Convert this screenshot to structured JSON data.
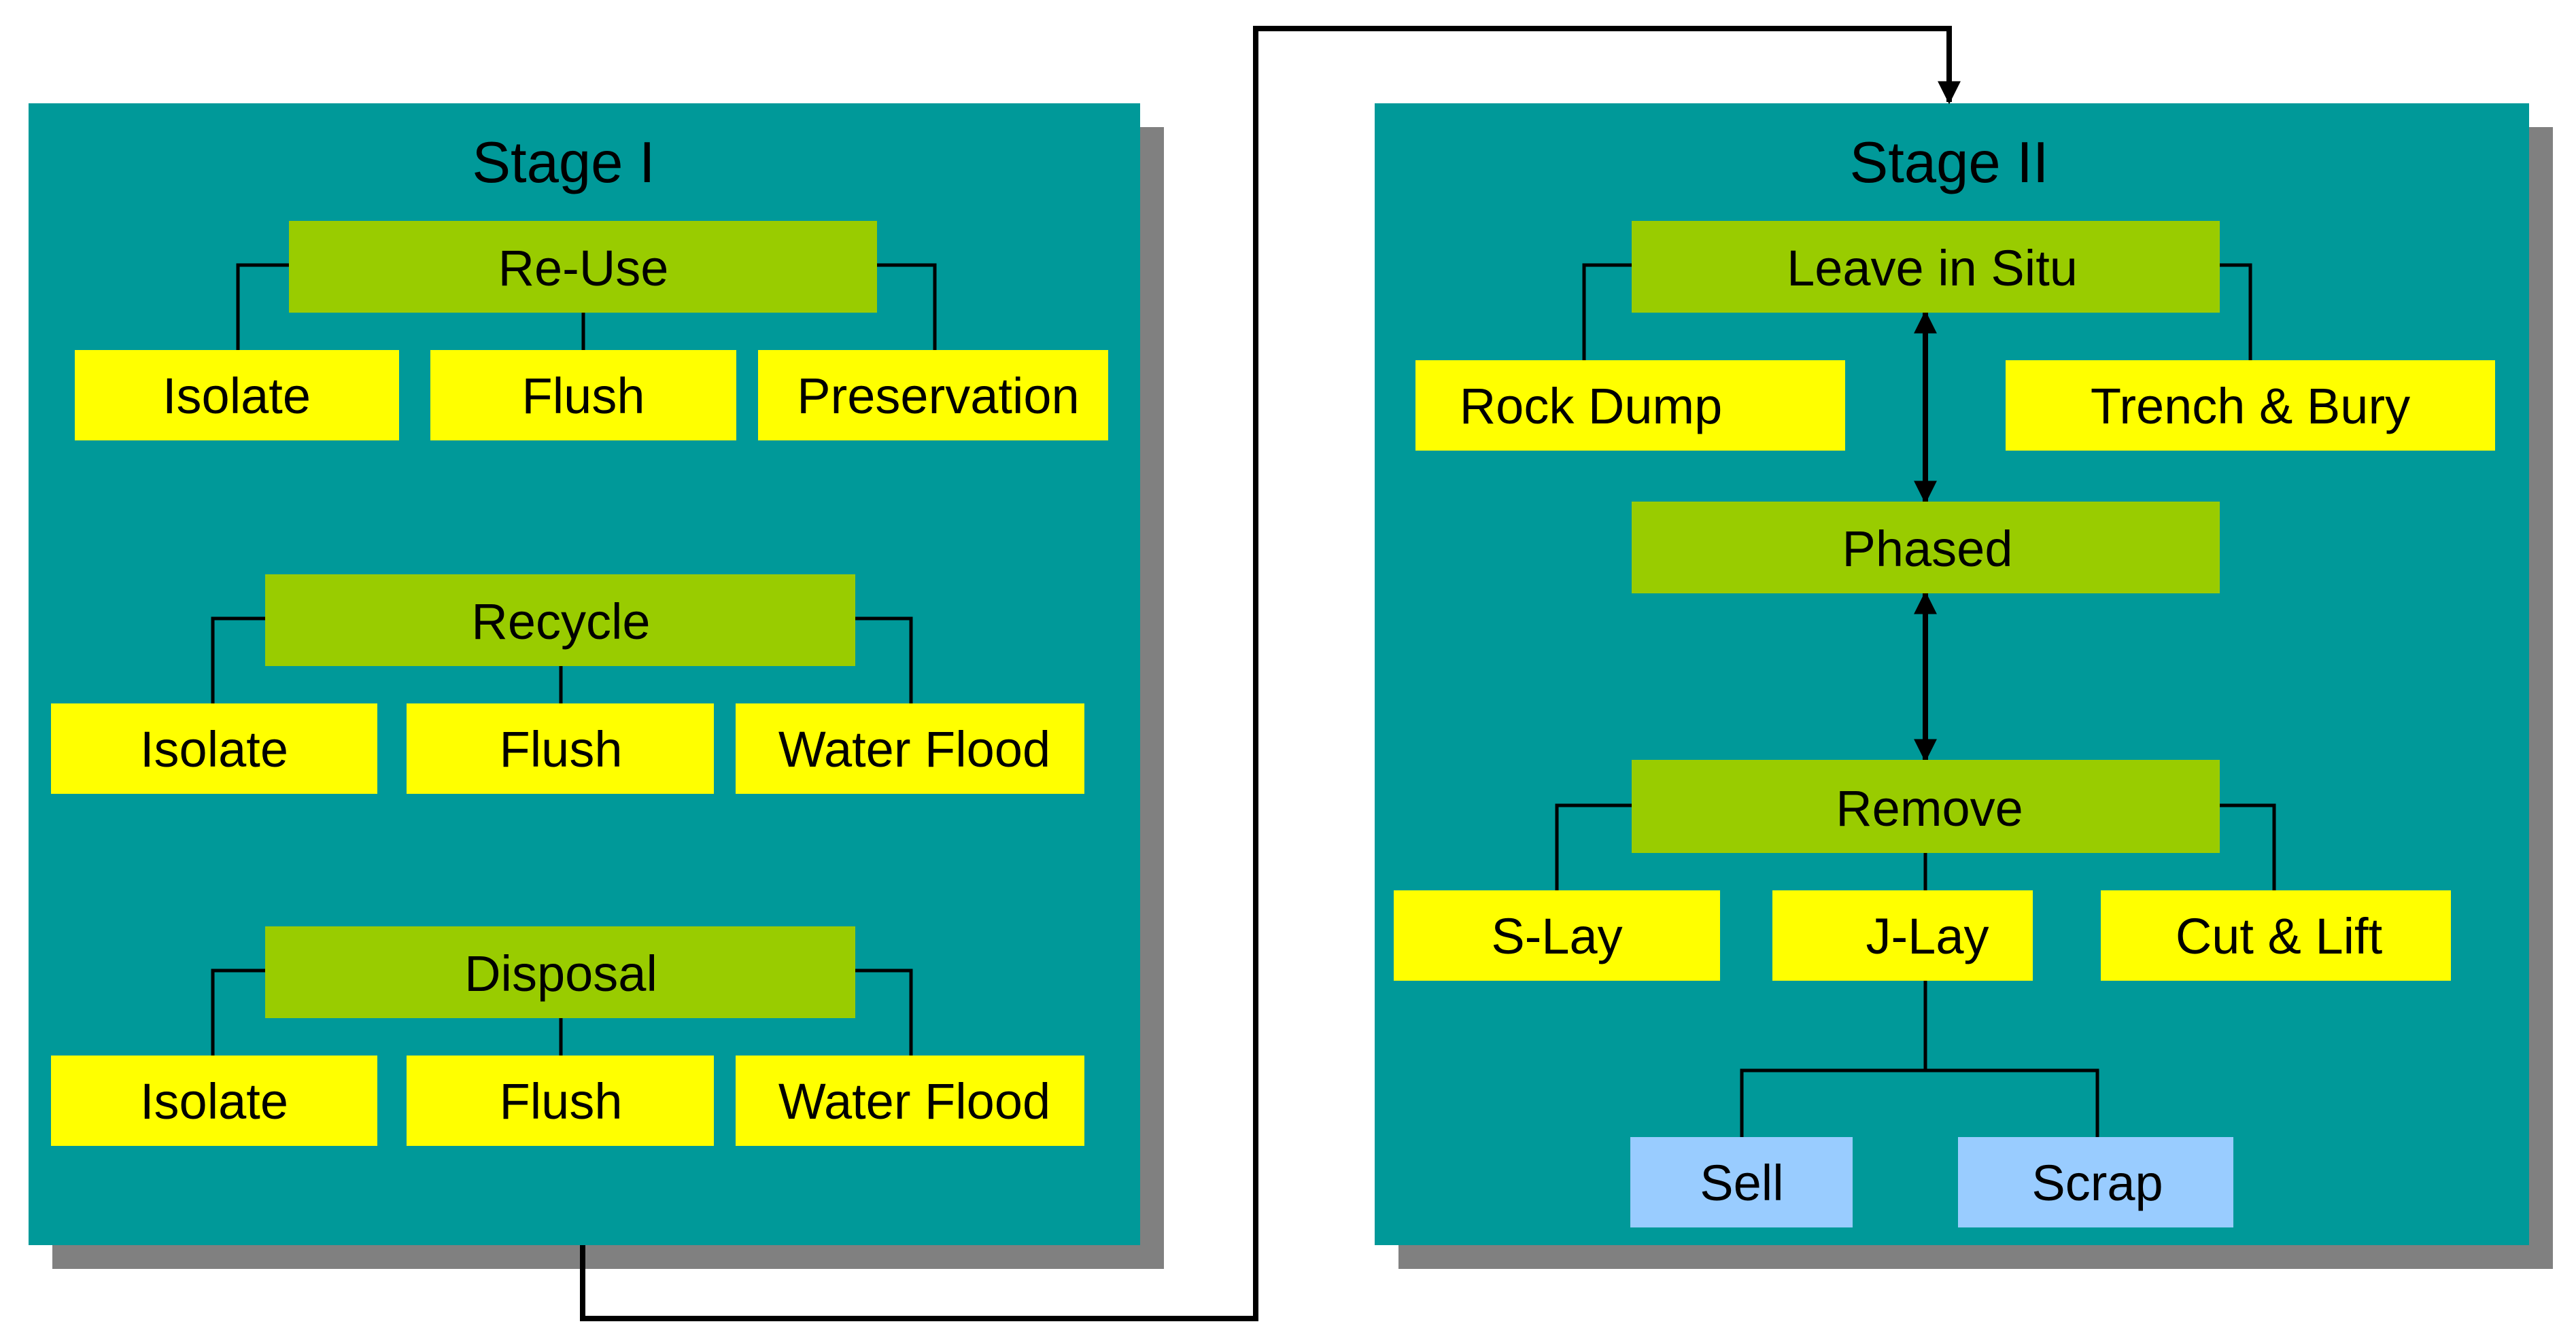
{
  "colors": {
    "panel": "#009999",
    "panel_shadow": "#808080",
    "category": "#99cc00",
    "method": "#ffff00",
    "outcome": "#99ccff",
    "connector": "#000000"
  },
  "stage1": {
    "title": "Stage I",
    "groups": [
      {
        "category": "Re-Use",
        "methods": [
          "Isolate",
          "Flush",
          "Preservation"
        ]
      },
      {
        "category": "Recycle",
        "methods": [
          "Isolate",
          "Flush",
          "Water Flood"
        ]
      },
      {
        "category": "Disposal",
        "methods": [
          "Isolate",
          "Flush",
          "Water Flood"
        ]
      }
    ]
  },
  "stage2": {
    "title": "Stage II",
    "leave_in_situ": {
      "category": "Leave in Situ",
      "methods": [
        "Rock Dump",
        "Trench & Bury"
      ]
    },
    "phased": "Phased",
    "remove": {
      "category": "Remove",
      "methods": [
        "S-Lay",
        "J-Lay",
        "Cut & Lift"
      ]
    },
    "outcomes": [
      "Sell",
      "Scrap"
    ]
  }
}
